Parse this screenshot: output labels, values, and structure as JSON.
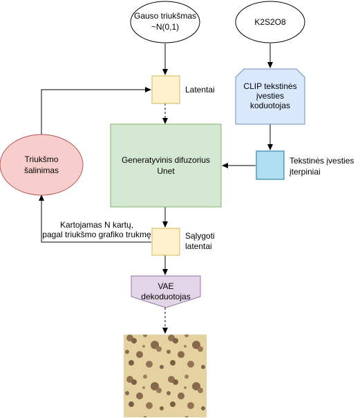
{
  "nodes": {
    "gaussian_noise": {
      "line1": "Gauso triukšmas",
      "line2": "~N(0,1)"
    },
    "prompt": {
      "label": "K2S2O8"
    },
    "latent": {
      "label": "Latentai"
    },
    "clip_encoder": {
      "line1": "CLIP tekstinės",
      "line2": "įvesties",
      "line3": "koduotojas"
    },
    "denoising": {
      "line1": "Triukšmo",
      "line2": "šalinimas"
    },
    "unet": {
      "line1": "Generatyvinis difuzorius",
      "line2": "Unet"
    },
    "text_embeddings": {
      "line1": "Tekstinės įvesties",
      "line2": "įterpiniai"
    },
    "loop_note": {
      "line1": "Kartojamas N kartų,",
      "line2": "pagal triukšmo grafiko trukmę"
    },
    "conditioned_latent": {
      "line1": "Sąlygoti",
      "line2": "latentai"
    },
    "vae_decoder": {
      "line1": "VAE",
      "line2": "dekoduotojas"
    },
    "output_image": {
      "description": "microscopy-texture"
    }
  },
  "colors": {
    "latent_fill": "#fff2cc",
    "latent_stroke": "#d6b656",
    "clip_fill": "#dae8fc",
    "clip_stroke": "#6c8ebf",
    "denoise_fill": "#f8cecc",
    "denoise_stroke": "#b85450",
    "unet_fill": "#d5e8d4",
    "unet_stroke": "#82b366",
    "embed_fill": "#b1ddf0",
    "embed_stroke": "#10739e",
    "vae_fill": "#e1d5e7",
    "vae_stroke": "#9673a6"
  }
}
